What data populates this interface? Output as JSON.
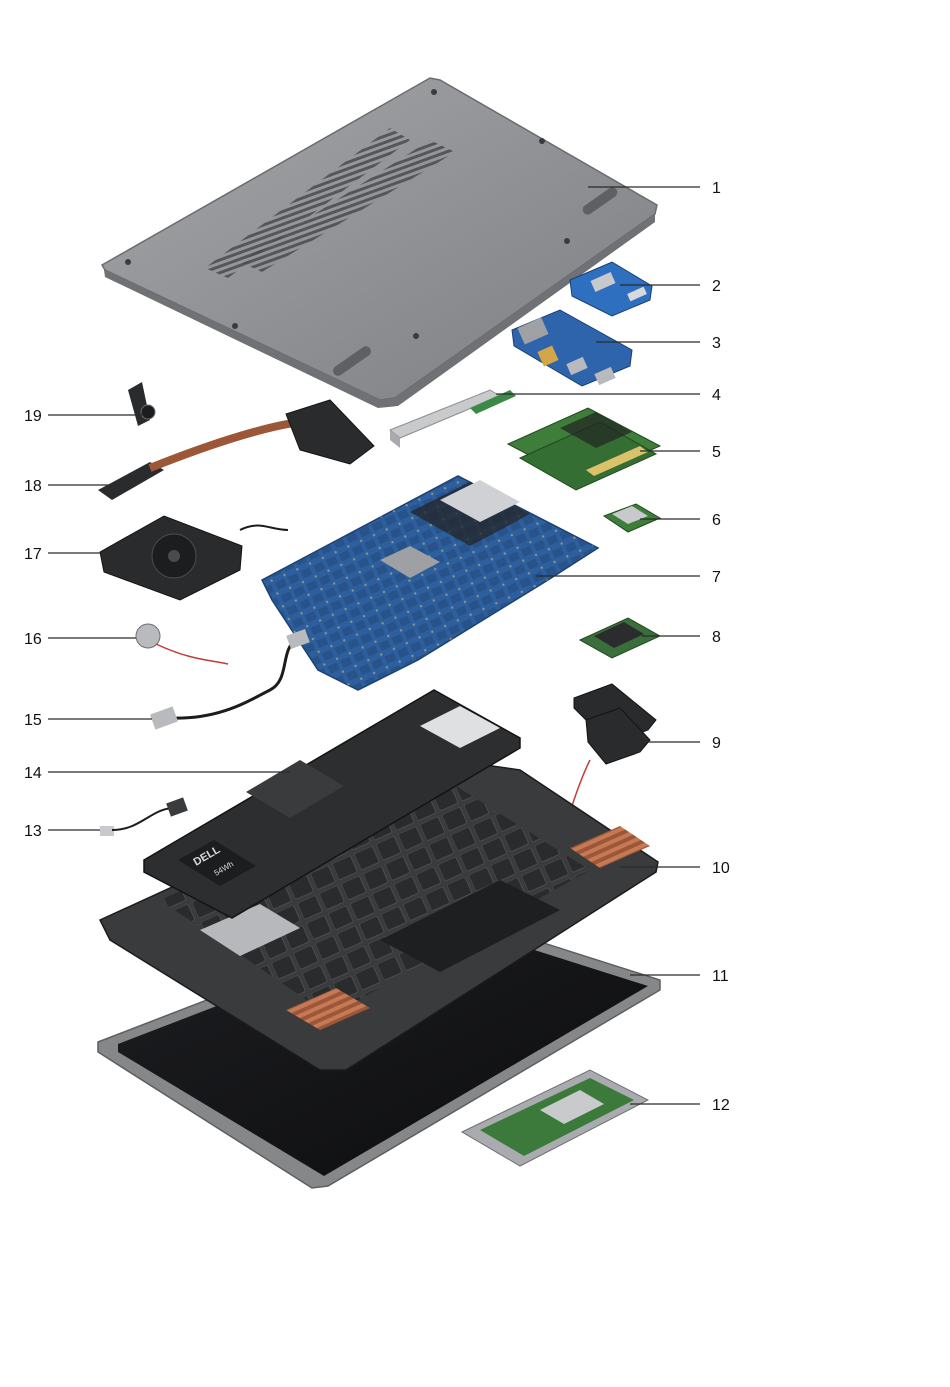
{
  "callouts": {
    "c1": "1",
    "c2": "2",
    "c3": "3",
    "c4": "4",
    "c5": "5",
    "c6": "6",
    "c7": "7",
    "c8": "8",
    "c9": "9",
    "c10": "10",
    "c11": "11",
    "c12": "12",
    "c13": "13",
    "c14": "14",
    "c15": "15",
    "c16": "16",
    "c17": "17",
    "c18": "18",
    "c19": "19"
  },
  "battery_label": {
    "logo": "DELL",
    "capacity": "54Wh"
  },
  "colors": {
    "cover": "#8f9194",
    "board": "#2d5f9e",
    "ram": "#3d7a3a",
    "frame": "#3a3b3d",
    "copper": "#b86a4a",
    "screen": "#141416"
  }
}
